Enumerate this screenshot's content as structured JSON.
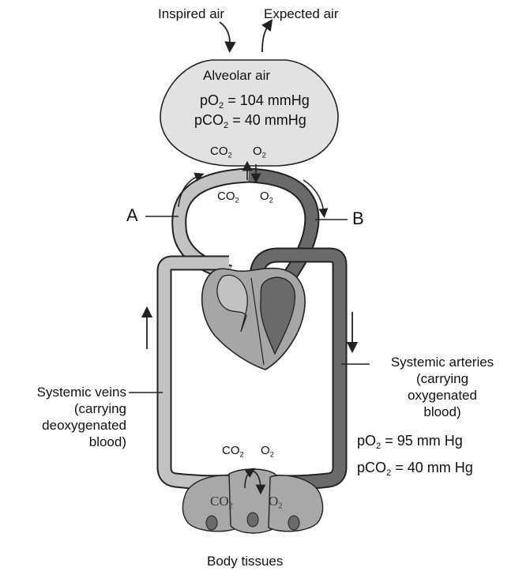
{
  "labels": {
    "inspired_air": "Inspired air",
    "expired_air": "Expected air",
    "alveolar_air": "Alveolar air",
    "alveolar_po2": {
      "prefix": "pO",
      "sub": "2",
      "suffix": " = 104 mmHg"
    },
    "alveolar_pco2": {
      "prefix": "pCO",
      "sub": "2",
      "suffix": " = 40 mmHg"
    },
    "co2_gas": "CO",
    "o2_gas": "O",
    "gas_subscript": "2",
    "marker_a": "A",
    "marker_b": "B",
    "systemic_arteries": [
      "Systemic arteries",
      "(carrying",
      "oxygenated",
      "blood)"
    ],
    "arterial_po2": {
      "prefix": "pO",
      "sub": "2",
      "suffix": " = 95 mm Hg"
    },
    "arterial_pco2": {
      "prefix": "pCO",
      "sub": "2",
      "suffix": " = 40 mm Hg"
    },
    "systemic_veins": [
      "Systemic veins",
      "(carrying",
      "deoxygenated",
      "blood)"
    ],
    "body_tissues": "Body tissues"
  },
  "colors": {
    "deoxygenated": "#c2c2c2",
    "oxygenated": "#6a6a6a",
    "alveolus": "#e2e2e2",
    "heart": "#a6a6a6",
    "tissue": "#a8a8a8",
    "outline": "#222222"
  }
}
